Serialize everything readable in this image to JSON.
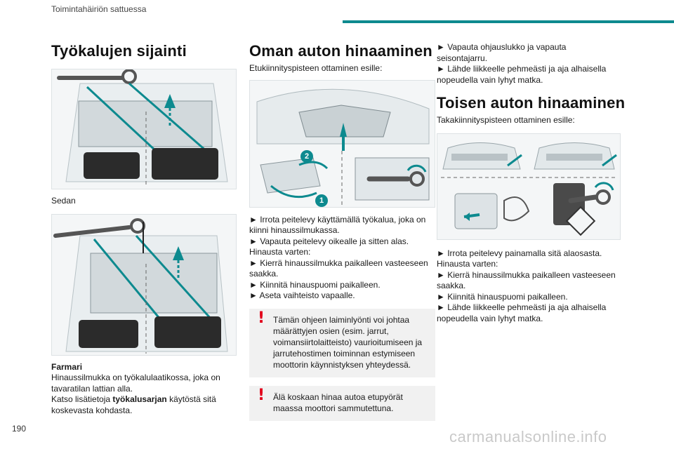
{
  "header": {
    "section": "Toimintahäiriön sattuessa",
    "accent": "#0d8a8f"
  },
  "page_number": "190",
  "watermark": "carmanualsonline.info",
  "col1": {
    "title": "Työkalujen sijainti",
    "caption_sedan": "Sedan",
    "caption_farmari": "Farmari",
    "text_line1": "Hinaussilmukka on työkalulaatikossa, joka on",
    "text_line2": "tavaratilan lattian alla.",
    "text_line3_pre": "Katso lisätietoja ",
    "text_line3_bold": "työkalusarjan",
    "text_line3_post": " käytöstä sitä",
    "text_line4": "koskevasta kohdasta."
  },
  "col2": {
    "title": "Oman auton hinaaminen",
    "subtitle": "Etukiinnityspisteen ottaminen esille:",
    "badge1": "1",
    "badge2": "2",
    "lines": [
      "► Irrota peitelevy käyttämällä työkalua, joka on",
      "kiinni hinaussilmukassa.",
      "► Vapauta peitelevy oikealle ja sitten alas.",
      "Hinausta varten:",
      "► Kierrä hinaussilmukka paikalleen vasteeseen",
      "saakka.",
      "► Kiinnitä hinauspuomi paikalleen.",
      "► Aseta vaihteisto vapaalle."
    ],
    "warning1": [
      "Tämän ohjeen laiminlyönti voi johtaa",
      "määrättyjen osien (esim. jarrut,",
      "voimansiirtolaitteisto) vaurioitumiseen ja",
      "jarrutehostimen toiminnan estymiseen",
      "moottorin käynnistyksen yhteydessä."
    ],
    "warning2": [
      "Älä koskaan hinaa autoa etupyörät",
      "maassa moottori sammutettuna."
    ],
    "warn_mark": "!"
  },
  "col3": {
    "lines_top": [
      "► Vapauta ohjauslukko ja vapauta",
      "seisontajarru.",
      "► Lähde liikkeelle pehmeästi ja aja alhaisella",
      "nopeudella vain lyhyt matka."
    ],
    "title": "Toisen auton hinaaminen",
    "subtitle": "Takakiinnityspisteen ottaminen esille:",
    "lines_bottom": [
      "► Irrota peitelevy painamalla sitä alaosasta.",
      "Hinausta varten:",
      "► Kierrä hinaussilmukka paikalleen vasteeseen",
      "saakka.",
      "► Kiinnitä hinauspuomi paikalleen.",
      "► Lähde liikkeelle pehmeästi ja aja alhaisella",
      "nopeudella vain lyhyt matka."
    ]
  }
}
